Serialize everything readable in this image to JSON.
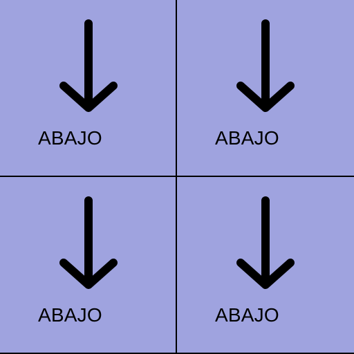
{
  "colors": {
    "cell_background": "#9fa3df",
    "grid_line": "#000000",
    "arrow": "#000000",
    "text": "#000000"
  },
  "cells": [
    {
      "label": "ABAJO",
      "icon": "arrow-down-icon"
    },
    {
      "label": "ABAJO",
      "icon": "arrow-down-icon"
    },
    {
      "label": "ABAJO",
      "icon": "arrow-down-icon"
    },
    {
      "label": "ABAJO",
      "icon": "arrow-down-icon"
    }
  ]
}
